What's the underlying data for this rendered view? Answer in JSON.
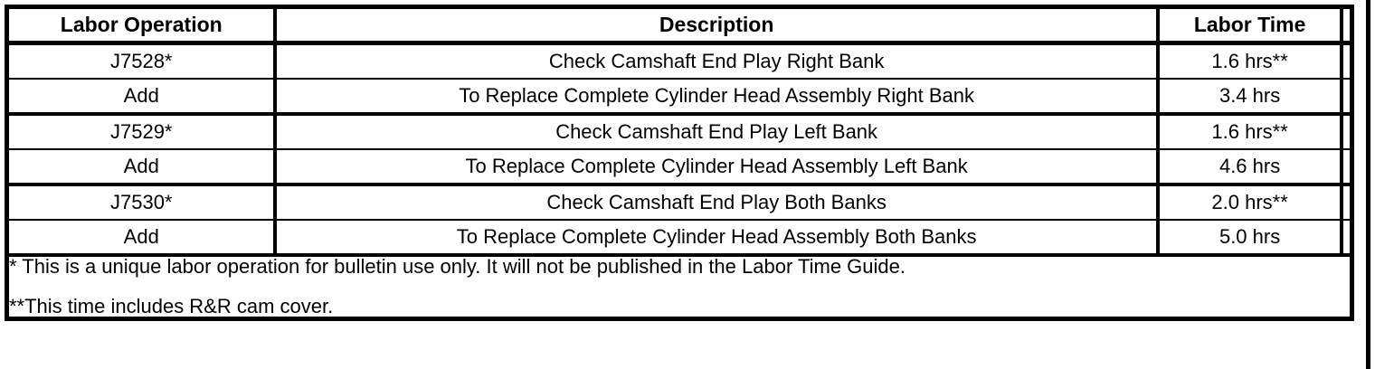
{
  "table": {
    "columns": [
      {
        "key": "labor_operation",
        "label": "Labor Operation"
      },
      {
        "key": "description",
        "label": "Description"
      },
      {
        "key": "labor_time",
        "label": "Labor Time"
      },
      {
        "key": "spacer",
        "label": ""
      }
    ],
    "rows": [
      {
        "labor_operation": "J7528*",
        "description": "Check Camshaft End Play Right Bank",
        "labor_time": "1.6 hrs**"
      },
      {
        "labor_operation": "Add",
        "description": "To Replace Complete Cylinder Head Assembly Right Bank",
        "labor_time": "3.4 hrs"
      },
      {
        "labor_operation": "J7529*",
        "description": "Check Camshaft End Play Left Bank",
        "labor_time": "1.6 hrs**"
      },
      {
        "labor_operation": "Add",
        "description": "To Replace Complete Cylinder Head Assembly Left Bank",
        "labor_time": "4.6 hrs"
      },
      {
        "labor_operation": "J7530*",
        "description": "Check Camshaft End Play Both Banks",
        "labor_time": "2.0 hrs**"
      },
      {
        "labor_operation": "Add",
        "description": "To Replace Complete Cylinder Head Assembly Both Banks",
        "labor_time": "5.0 hrs"
      }
    ],
    "footnotes": [
      "* This is a unique labor operation for bulletin use only. It will not be published in the Labor Time Guide.",
      "**This time includes R&R cam cover."
    ]
  },
  "colors": {
    "rule": "#000000",
    "background": "#ffffff",
    "text": "#000000"
  }
}
